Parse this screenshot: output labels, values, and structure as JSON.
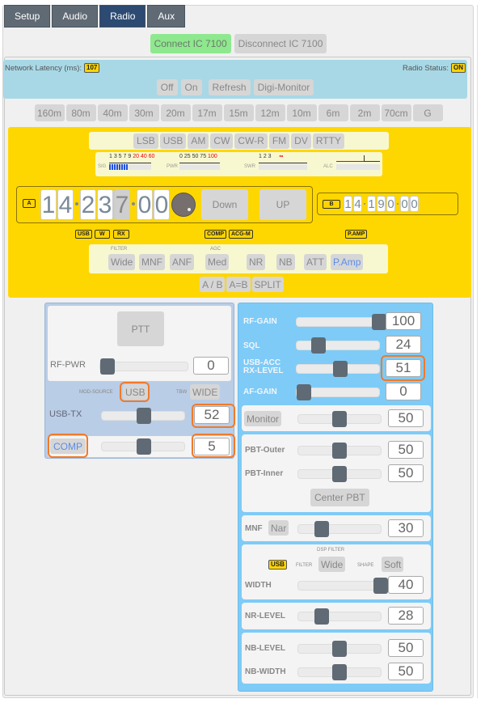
{
  "tabs": [
    {
      "label": "Setup",
      "active": false
    },
    {
      "label": "Audio",
      "active": false
    },
    {
      "label": "Radio",
      "active": true
    },
    {
      "label": "Aux",
      "active": false
    }
  ],
  "connection": {
    "connect_label": "Connect IC 7100",
    "disconnect_label": "Disconnect IC 7100"
  },
  "status": {
    "latency_label": "Network Latency (ms):",
    "latency_value": "107",
    "radio_status_label": "Radio Status:",
    "radio_status_value": "ON",
    "buttons": [
      "Off",
      "On",
      "Refresh",
      "Digi-Monitor"
    ]
  },
  "bands": [
    "160m",
    "80m",
    "40m",
    "30m",
    "20m",
    "17m",
    "15m",
    "12m",
    "10m",
    "6m",
    "2m",
    "70cm",
    "G"
  ],
  "modes": [
    "LSB",
    "USB",
    "AM",
    "CW",
    "CW-R",
    "FM",
    "DV",
    "RTTY"
  ],
  "meters": {
    "sig": {
      "name": "SIG",
      "scale": "1 3 5 7 9",
      "scale_red": "20 40 60"
    },
    "pwr": {
      "name": "PWR",
      "scale": "0  25  50  75",
      "scale_red": "100"
    },
    "swr": {
      "name": "SWR",
      "scale": "1   2   3",
      "scale_red": "∞"
    },
    "alc": {
      "name": "ALC"
    }
  },
  "vfo_a": {
    "label": "A",
    "digits": [
      "1",
      "4",
      "2",
      "3",
      "7",
      "0",
      "0"
    ],
    "down_label": "Down",
    "up_label": "UP"
  },
  "vfo_b": {
    "label": "B",
    "digits": [
      "1",
      "4",
      "1",
      "9",
      "0",
      "0",
      "0"
    ]
  },
  "indicators": [
    "USB",
    "W",
    "RX",
    "COMP",
    "ACG-M",
    "P.AMP"
  ],
  "functions": {
    "filter_caption": "FILTER",
    "agc_caption": "AGC",
    "filter": "Wide",
    "mnf": "MNF",
    "anf": "ANF",
    "agc": "Med",
    "nr": "NR",
    "nb": "NB",
    "att": "ATT",
    "pamp": "P.Amp"
  },
  "vfo_ops": [
    "A / B",
    "A=B",
    "SPLIT"
  ],
  "tx_panel": {
    "ptt_label": "PTT",
    "rf_pwr": {
      "label": "RF-PWR",
      "value": "0"
    },
    "mod_source_caption": "MOD-SOURCE",
    "mod_source": "USB",
    "tbw_caption": "TBW",
    "tbw": "WIDE",
    "usb_tx": {
      "label": "USB-TX",
      "value": "52"
    },
    "comp": {
      "label": "COMP",
      "value": "5"
    }
  },
  "rx_panel": {
    "rf_gain": {
      "label": "RF-GAIN",
      "value": "100"
    },
    "sql": {
      "label": "SQL",
      "value": "24"
    },
    "usb_acc_1": "USB-ACC",
    "usb_acc_2": "RX-LEVEL",
    "usb_acc_value": "51",
    "af_gain": {
      "label": "AF-GAIN",
      "value": "0"
    },
    "monitor": {
      "label": "Monitor",
      "value": "50"
    },
    "pbt_outer": {
      "label": "PBT-Outer",
      "value": "50"
    },
    "pbt_inner": {
      "label": "PBT-Inner",
      "value": "50"
    },
    "center_pbt": "Center PBT",
    "mnf": {
      "label": "MNF",
      "button": "Nar",
      "value": "30"
    },
    "dsp_caption": "DSP FILTER",
    "dsp_mode": "USB",
    "dsp_filter_caption": "FILTER",
    "dsp_filter": "Wide",
    "dsp_shape_caption": "SHAPE",
    "dsp_shape": "Soft",
    "width": {
      "label": "WIDTH",
      "value": "40"
    },
    "nr_level": {
      "label": "NR-LEVEL",
      "value": "28"
    },
    "nb_level": {
      "label": "NB-LEVEL",
      "value": "50"
    },
    "nb_width": {
      "label": "NB-WIDTH",
      "value": "50"
    }
  },
  "colors": {
    "accent_yellow": "#ffd700",
    "tab_active": "#2c4a72",
    "connect_green": "#8ee88e",
    "highlight_orange": "#f07a2a",
    "rx_panel_blue": "#7ecbf7"
  }
}
